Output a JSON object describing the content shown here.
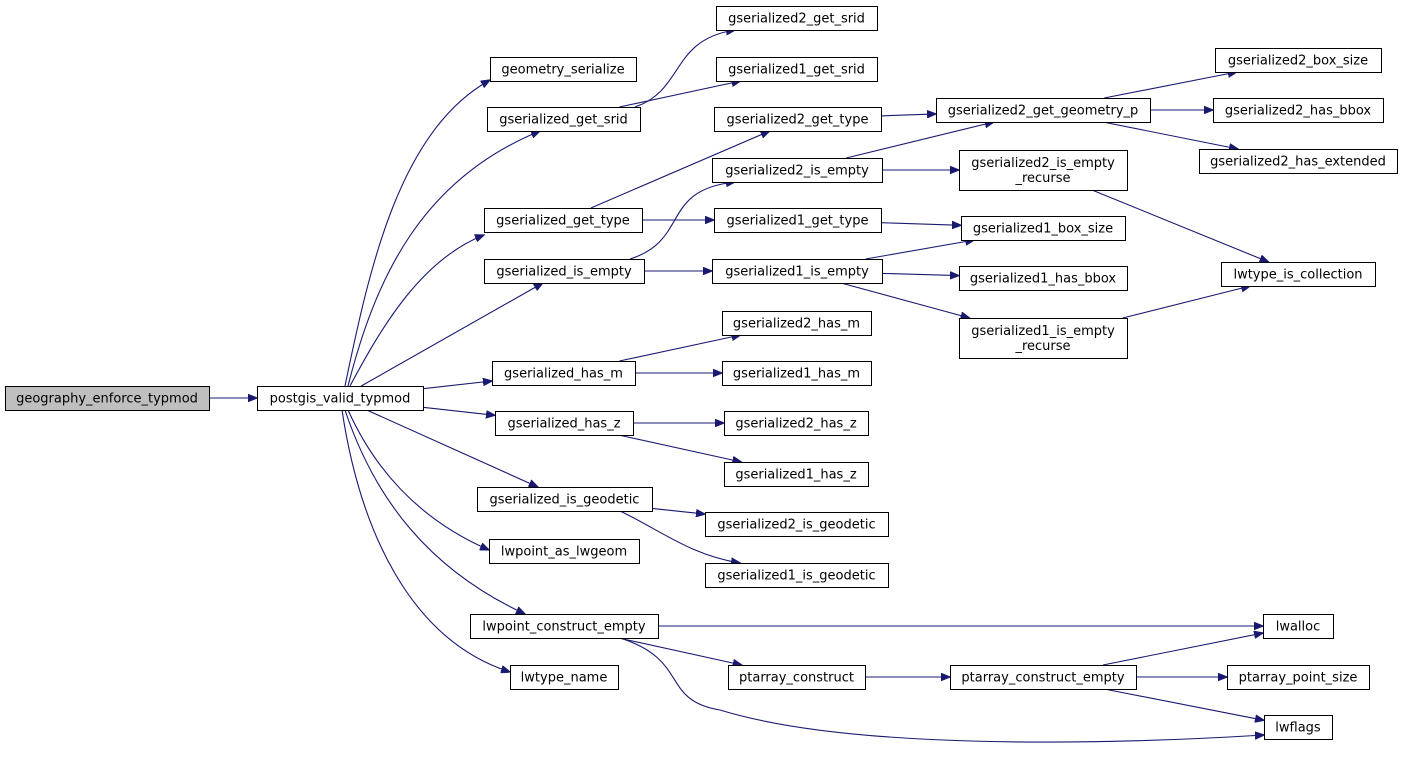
{
  "diagram": {
    "type": "call-graph",
    "colors": {
      "edge": "#191970",
      "root_fill": "#bfbfbf",
      "node_fill": "#ffffff",
      "border": "#000000"
    },
    "nodes": [
      {
        "id": "geography_enforce_typmod",
        "lines": [
          "geography_enforce_typmod"
        ],
        "root": true
      },
      {
        "id": "postgis_valid_typmod",
        "lines": [
          "postgis_valid_typmod"
        ]
      },
      {
        "id": "geometry_serialize",
        "lines": [
          "geometry_serialize"
        ]
      },
      {
        "id": "gserialized_get_srid",
        "lines": [
          "gserialized_get_srid"
        ]
      },
      {
        "id": "gserialized_get_type",
        "lines": [
          "gserialized_get_type"
        ]
      },
      {
        "id": "gserialized_is_empty",
        "lines": [
          "gserialized_is_empty"
        ]
      },
      {
        "id": "gserialized_has_m",
        "lines": [
          "gserialized_has_m"
        ]
      },
      {
        "id": "gserialized_has_z",
        "lines": [
          "gserialized_has_z"
        ]
      },
      {
        "id": "gserialized_is_geodetic",
        "lines": [
          "gserialized_is_geodetic"
        ]
      },
      {
        "id": "lwpoint_as_lwgeom",
        "lines": [
          "lwpoint_as_lwgeom"
        ]
      },
      {
        "id": "lwpoint_construct_empty",
        "lines": [
          "lwpoint_construct_empty"
        ]
      },
      {
        "id": "lwtype_name",
        "lines": [
          "lwtype_name"
        ]
      },
      {
        "id": "gserialized2_get_srid",
        "lines": [
          "gserialized2_get_srid"
        ]
      },
      {
        "id": "gserialized1_get_srid",
        "lines": [
          "gserialized1_get_srid"
        ]
      },
      {
        "id": "gserialized2_get_type",
        "lines": [
          "gserialized2_get_type"
        ]
      },
      {
        "id": "gserialized2_is_empty",
        "lines": [
          "gserialized2_is_empty"
        ]
      },
      {
        "id": "gserialized1_get_type",
        "lines": [
          "gserialized1_get_type"
        ]
      },
      {
        "id": "gserialized1_is_empty",
        "lines": [
          "gserialized1_is_empty"
        ]
      },
      {
        "id": "gserialized2_has_m",
        "lines": [
          "gserialized2_has_m"
        ]
      },
      {
        "id": "gserialized1_has_m",
        "lines": [
          "gserialized1_has_m"
        ]
      },
      {
        "id": "gserialized2_has_z",
        "lines": [
          "gserialized2_has_z"
        ]
      },
      {
        "id": "gserialized1_has_z",
        "lines": [
          "gserialized1_has_z"
        ]
      },
      {
        "id": "gserialized2_is_geodetic",
        "lines": [
          "gserialized2_is_geodetic"
        ]
      },
      {
        "id": "gserialized1_is_geodetic",
        "lines": [
          "gserialized1_is_geodetic"
        ]
      },
      {
        "id": "ptarray_construct",
        "lines": [
          "ptarray_construct"
        ]
      },
      {
        "id": "gserialized2_get_geometry_p",
        "lines": [
          "gserialized2_get_geometry_p"
        ]
      },
      {
        "id": "gserialized2_is_empty_recurse",
        "lines": [
          "gserialized2_is_empty",
          "_recurse"
        ]
      },
      {
        "id": "gserialized1_box_size",
        "lines": [
          "gserialized1_box_size"
        ]
      },
      {
        "id": "gserialized1_has_bbox",
        "lines": [
          "gserialized1_has_bbox"
        ]
      },
      {
        "id": "gserialized1_is_empty_recurse",
        "lines": [
          "gserialized1_is_empty",
          "_recurse"
        ]
      },
      {
        "id": "ptarray_construct_empty",
        "lines": [
          "ptarray_construct_empty"
        ]
      },
      {
        "id": "gserialized2_box_size",
        "lines": [
          "gserialized2_box_size"
        ]
      },
      {
        "id": "gserialized2_has_bbox",
        "lines": [
          "gserialized2_has_bbox"
        ]
      },
      {
        "id": "gserialized2_has_extended",
        "lines": [
          "gserialized2_has_extended"
        ]
      },
      {
        "id": "lwtype_is_collection",
        "lines": [
          "lwtype_is_collection"
        ]
      },
      {
        "id": "lwalloc",
        "lines": [
          "lwalloc"
        ]
      },
      {
        "id": "ptarray_point_size",
        "lines": [
          "ptarray_point_size"
        ]
      },
      {
        "id": "lwflags",
        "lines": [
          "lwflags"
        ]
      }
    ],
    "edges": [
      [
        "geography_enforce_typmod",
        "postgis_valid_typmod"
      ],
      [
        "postgis_valid_typmod",
        "geometry_serialize"
      ],
      [
        "postgis_valid_typmod",
        "gserialized_get_srid"
      ],
      [
        "postgis_valid_typmod",
        "gserialized_get_type"
      ],
      [
        "postgis_valid_typmod",
        "gserialized_is_empty"
      ],
      [
        "postgis_valid_typmod",
        "gserialized_has_m"
      ],
      [
        "postgis_valid_typmod",
        "gserialized_has_z"
      ],
      [
        "postgis_valid_typmod",
        "gserialized_is_geodetic"
      ],
      [
        "postgis_valid_typmod",
        "lwpoint_as_lwgeom"
      ],
      [
        "postgis_valid_typmod",
        "lwpoint_construct_empty"
      ],
      [
        "postgis_valid_typmod",
        "lwtype_name"
      ],
      [
        "gserialized_get_srid",
        "gserialized2_get_srid"
      ],
      [
        "gserialized_get_srid",
        "gserialized1_get_srid"
      ],
      [
        "gserialized_get_type",
        "gserialized2_get_type"
      ],
      [
        "gserialized_get_type",
        "gserialized1_get_type"
      ],
      [
        "gserialized_is_empty",
        "gserialized2_is_empty"
      ],
      [
        "gserialized_is_empty",
        "gserialized1_is_empty"
      ],
      [
        "gserialized_has_m",
        "gserialized2_has_m"
      ],
      [
        "gserialized_has_m",
        "gserialized1_has_m"
      ],
      [
        "gserialized_has_z",
        "gserialized2_has_z"
      ],
      [
        "gserialized_has_z",
        "gserialized1_has_z"
      ],
      [
        "gserialized_is_geodetic",
        "gserialized2_is_geodetic"
      ],
      [
        "gserialized_is_geodetic",
        "gserialized1_is_geodetic"
      ],
      [
        "lwpoint_construct_empty",
        "lwalloc"
      ],
      [
        "lwpoint_construct_empty",
        "ptarray_construct"
      ],
      [
        "lwpoint_construct_empty",
        "lwflags"
      ],
      [
        "gserialized2_get_type",
        "gserialized2_get_geometry_p"
      ],
      [
        "gserialized2_is_empty",
        "gserialized2_get_geometry_p"
      ],
      [
        "gserialized2_is_empty",
        "gserialized2_is_empty_recurse"
      ],
      [
        "gserialized1_get_type",
        "gserialized1_box_size"
      ],
      [
        "gserialized1_is_empty",
        "gserialized1_box_size"
      ],
      [
        "gserialized1_is_empty",
        "gserialized1_has_bbox"
      ],
      [
        "gserialized1_is_empty",
        "gserialized1_is_empty_recurse"
      ],
      [
        "ptarray_construct",
        "ptarray_construct_empty"
      ],
      [
        "gserialized2_get_geometry_p",
        "gserialized2_box_size"
      ],
      [
        "gserialized2_get_geometry_p",
        "gserialized2_has_bbox"
      ],
      [
        "gserialized2_get_geometry_p",
        "gserialized2_has_extended"
      ],
      [
        "gserialized2_is_empty_recurse",
        "lwtype_is_collection"
      ],
      [
        "gserialized1_is_empty_recurse",
        "lwtype_is_collection"
      ],
      [
        "ptarray_construct_empty",
        "lwalloc"
      ],
      [
        "ptarray_construct_empty",
        "ptarray_point_size"
      ],
      [
        "ptarray_construct_empty",
        "lwflags"
      ]
    ]
  }
}
